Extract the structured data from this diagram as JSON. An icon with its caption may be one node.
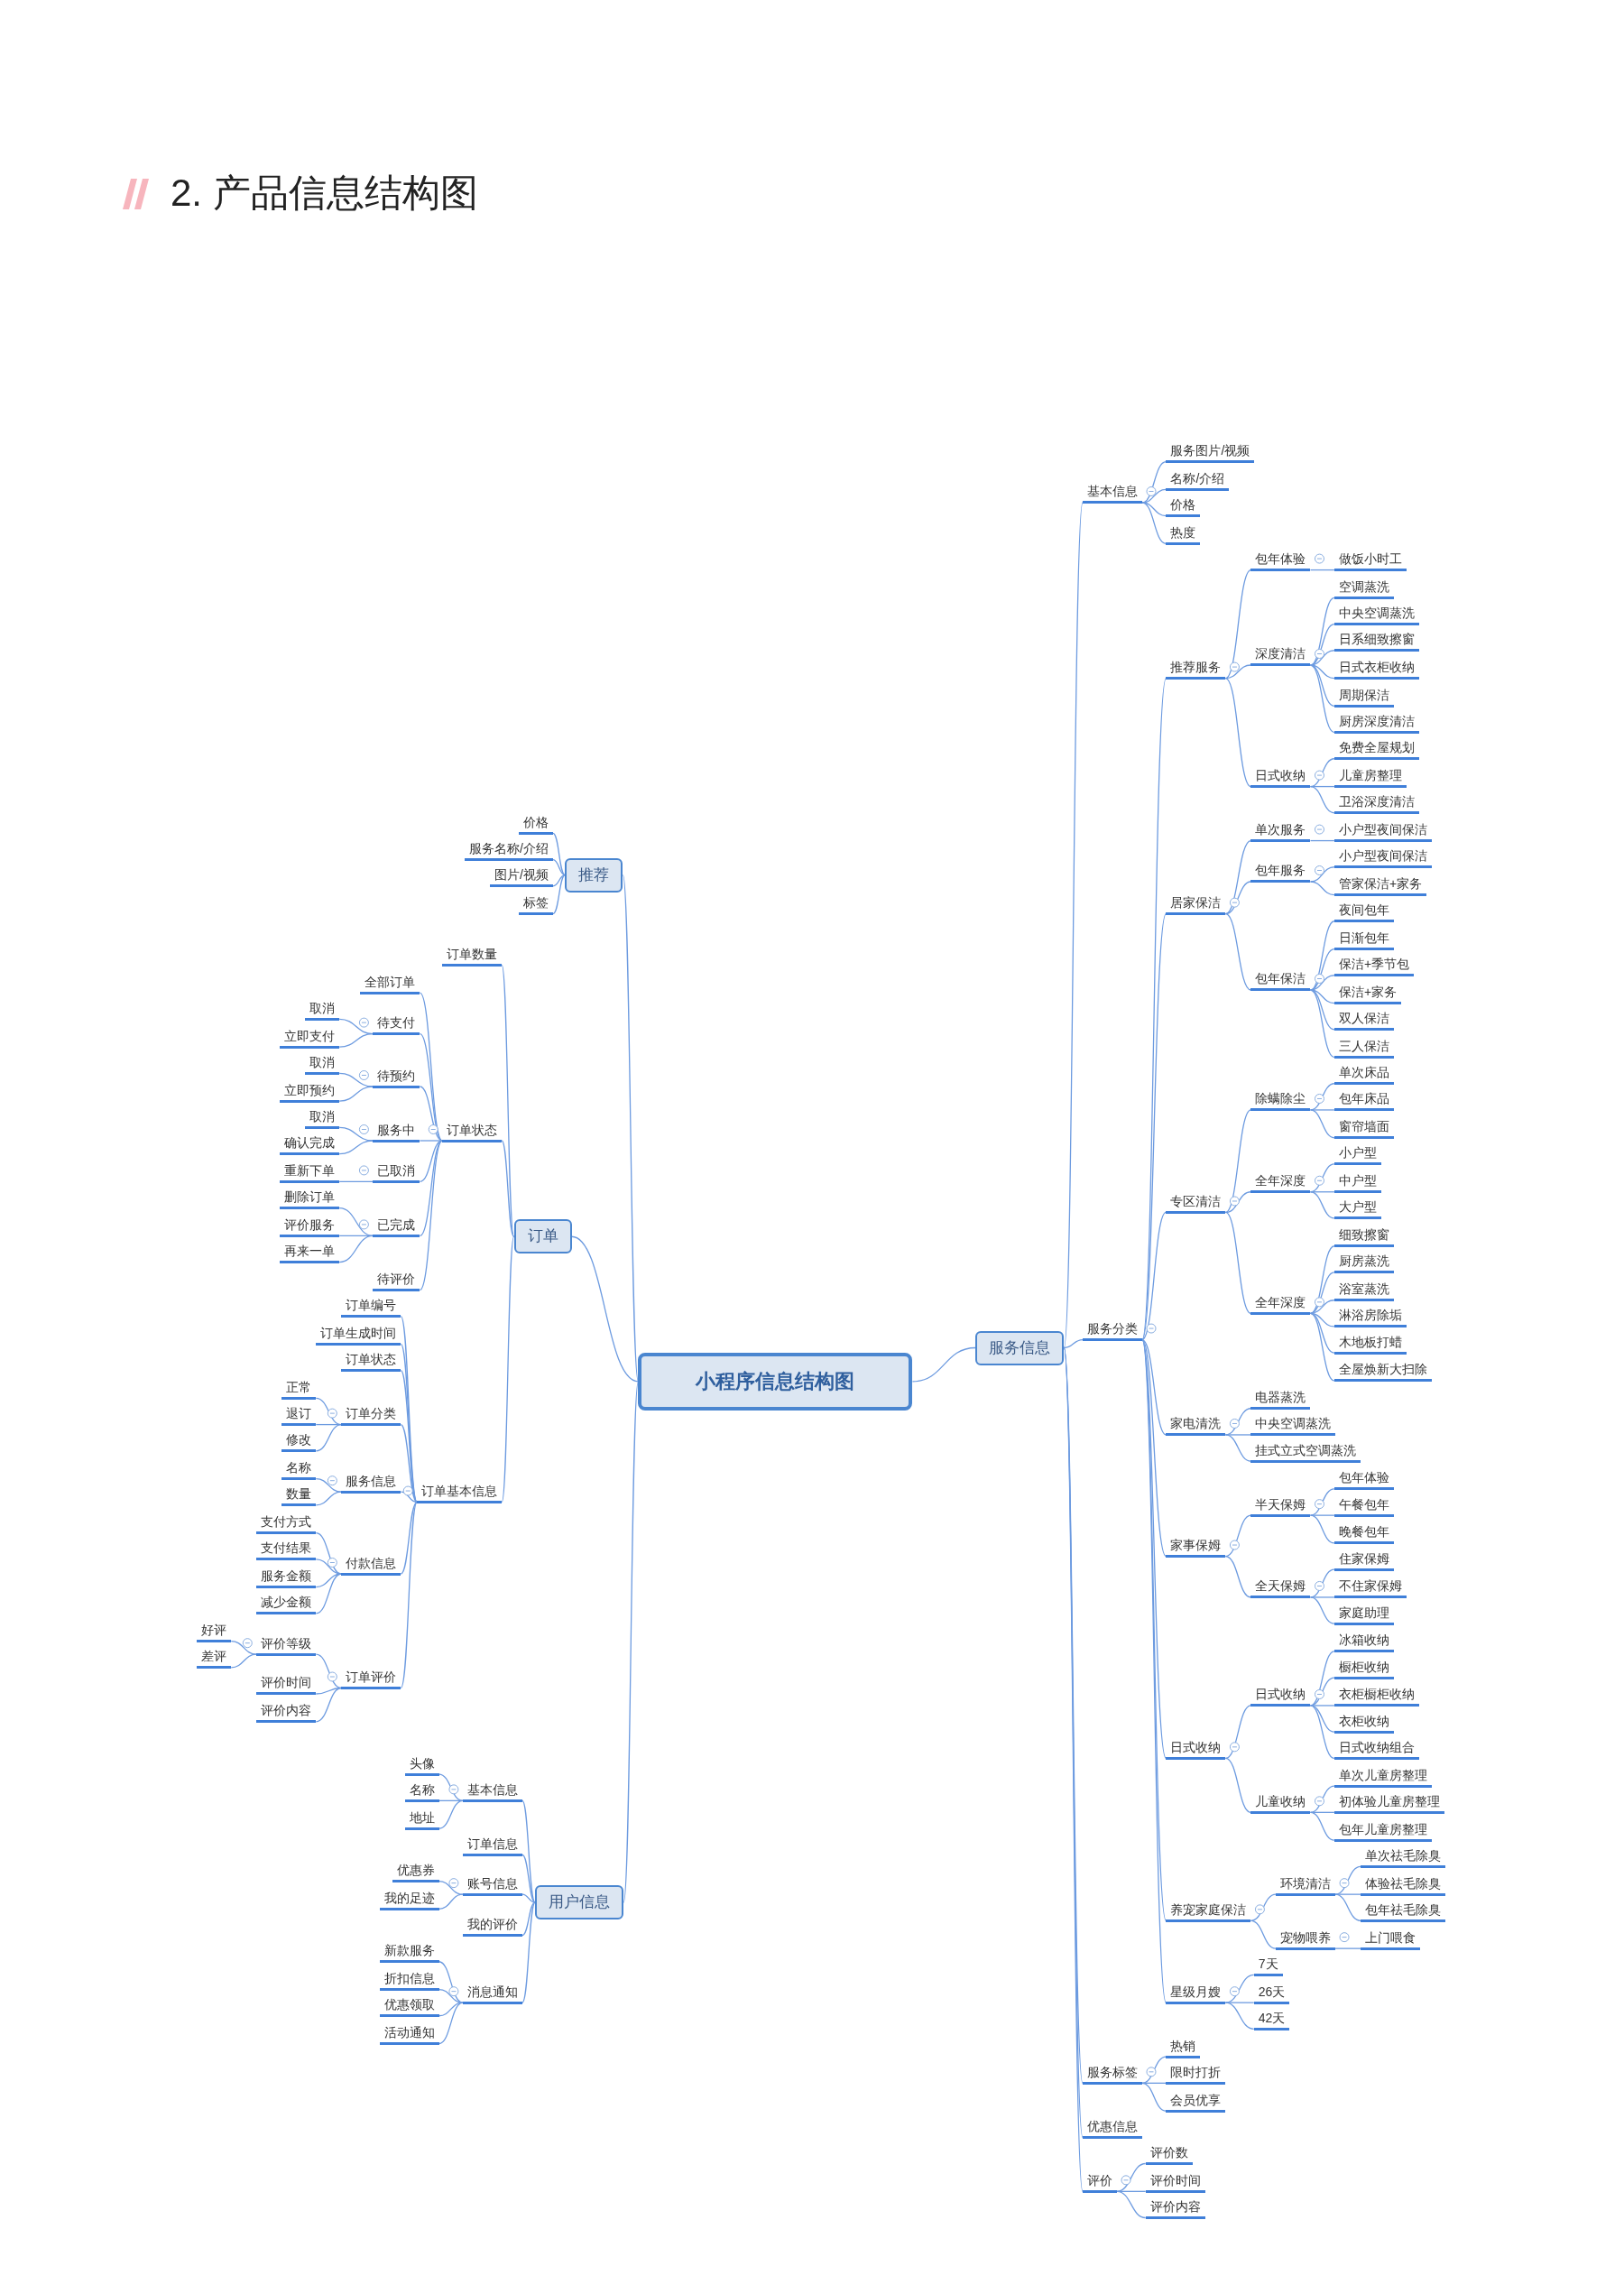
{
  "diagram": {
    "title": "2. 产品信息结构图",
    "nodes": [
      {
        "text": [
          "小程序信息结构图"
        ]
      },
      {
        "text": [
          "推荐"
        ]
      },
      {
        "text": [
          "价格"
        ]
      },
      {
        "text": [
          "服务名称/介绍"
        ]
      },
      {
        "text": [
          "图片/视频"
        ]
      },
      {
        "text": [
          "标签"
        ]
      },
      {
        "text": [
          "订单"
        ]
      },
      {
        "text": [
          "订单数量"
        ]
      },
      {
        "text": [
          "订单状态"
        ]
      },
      {
        "text": [
          "全部订单"
        ]
      },
      {
        "text": [
          "待支付"
        ]
      },
      {
        "text": [
          "取消"
        ]
      },
      {
        "text": [
          "立即支付"
        ]
      },
      {
        "text": [
          "待预约"
        ]
      },
      {
        "text": [
          "取消"
        ]
      },
      {
        "text": [
          "立即预约"
        ]
      },
      {
        "text": [
          "服务中"
        ]
      },
      {
        "text": [
          "取消"
        ]
      },
      {
        "text": [
          "确认完成"
        ]
      },
      {
        "text": [
          "已取消"
        ]
      },
      {
        "text": [
          "重新下单"
        ]
      },
      {
        "text": [
          "已完成"
        ]
      },
      {
        "text": [
          "删除订单"
        ]
      },
      {
        "text": [
          "评价服务"
        ]
      },
      {
        "text": [
          "再来一单"
        ]
      },
      {
        "text": [
          "待评价"
        ]
      },
      {
        "text": [
          "订单基本信息"
        ]
      },
      {
        "text": [
          "订单编号"
        ]
      },
      {
        "text": [
          "订单生成时间"
        ]
      },
      {
        "text": [
          "订单状态"
        ]
      },
      {
        "text": [
          "订单分类"
        ]
      },
      {
        "text": [
          "正常"
        ]
      },
      {
        "text": [
          "退订"
        ]
      },
      {
        "text": [
          "修改"
        ]
      },
      {
        "text": [
          "服务信息"
        ]
      },
      {
        "text": [
          "名称"
        ]
      },
      {
        "text": [
          "数量"
        ]
      },
      {
        "text": [
          "付款信息"
        ]
      },
      {
        "text": [
          "支付方式"
        ]
      },
      {
        "text": [
          "支付结果"
        ]
      },
      {
        "text": [
          "服务金额"
        ]
      },
      {
        "text": [
          "减少金额"
        ]
      },
      {
        "text": [
          "订单评价"
        ]
      },
      {
        "text": [
          "评价等级"
        ]
      },
      {
        "text": [
          "好评"
        ]
      },
      {
        "text": [
          "差评"
        ]
      },
      {
        "text": [
          "评价时间"
        ]
      },
      {
        "text": [
          "评价内容"
        ]
      },
      {
        "text": [
          "用户信息"
        ]
      },
      {
        "text": [
          "基本信息"
        ]
      },
      {
        "text": [
          "头像"
        ]
      },
      {
        "text": [
          "名称"
        ]
      },
      {
        "text": [
          "地址"
        ]
      },
      {
        "text": [
          "订单信息"
        ]
      },
      {
        "text": [
          "账号信息"
        ]
      },
      {
        "text": [
          "优惠券"
        ]
      },
      {
        "text": [
          "我的足迹"
        ]
      },
      {
        "text": [
          "我的评价"
        ]
      },
      {
        "text": [
          "消息通知"
        ]
      },
      {
        "text": [
          "新款服务"
        ]
      },
      {
        "text": [
          "折扣信息"
        ]
      },
      {
        "text": [
          "优惠领取"
        ]
      },
      {
        "text": [
          "活动通知"
        ]
      },
      {
        "text": [
          "服务信息"
        ]
      },
      {
        "text": [
          "基本信息"
        ]
      },
      {
        "text": [
          "服务图片/视频"
        ]
      },
      {
        "text": [
          "名称/介绍"
        ]
      },
      {
        "text": [
          "价格"
        ]
      },
      {
        "text": [
          "热度"
        ]
      },
      {
        "text": [
          "服务分类"
        ]
      },
      {
        "text": [
          "推荐服务"
        ]
      },
      {
        "text": [
          "包年体验"
        ]
      },
      {
        "text": [
          "做饭小时工"
        ]
      },
      {
        "text": [
          "深度清洁"
        ]
      },
      {
        "text": [
          "空调蒸洗"
        ]
      },
      {
        "text": [
          "中央空调蒸洗"
        ]
      },
      {
        "text": [
          "日系细致擦窗"
        ]
      },
      {
        "text": [
          "日式衣柜收纳"
        ]
      },
      {
        "text": [
          "周期保洁"
        ]
      },
      {
        "text": [
          "厨房深度清洁"
        ]
      },
      {
        "text": [
          "日式收纳"
        ]
      },
      {
        "text": [
          "免费全屋规划"
        ]
      },
      {
        "text": [
          "儿童房整理"
        ]
      },
      {
        "text": [
          "卫浴深度清洁"
        ]
      },
      {
        "text": [
          "居家保洁"
        ]
      },
      {
        "text": [
          "单次服务"
        ]
      },
      {
        "text": [
          "小户型夜间保洁"
        ]
      },
      {
        "text": [
          "包年服务"
        ]
      },
      {
        "text": [
          "小户型夜间保洁"
        ]
      },
      {
        "text": [
          "管家保洁+家务"
        ]
      },
      {
        "text": [
          "包年保洁"
        ]
      },
      {
        "text": [
          "夜间包年"
        ]
      },
      {
        "text": [
          "日渐包年"
        ]
      },
      {
        "text": [
          "保洁+季节包"
        ]
      },
      {
        "text": [
          "保洁+家务"
        ]
      },
      {
        "text": [
          "双人保洁"
        ]
      },
      {
        "text": [
          "三人保洁"
        ]
      },
      {
        "text": [
          "专区清洁"
        ]
      },
      {
        "text": [
          "除螨除尘"
        ]
      },
      {
        "text": [
          "单次床品"
        ]
      },
      {
        "text": [
          "包年床品"
        ]
      },
      {
        "text": [
          "窗帘墙面"
        ]
      },
      {
        "text": [
          "全年深度"
        ]
      },
      {
        "text": [
          "小户型"
        ]
      },
      {
        "text": [
          "中户型"
        ]
      },
      {
        "text": [
          "大户型"
        ]
      },
      {
        "text": [
          "全年深度"
        ]
      },
      {
        "text": [
          "细致擦窗"
        ]
      },
      {
        "text": [
          "厨房蒸洗"
        ]
      },
      {
        "text": [
          "浴室蒸洗"
        ]
      },
      {
        "text": [
          "淋浴房除垢"
        ]
      },
      {
        "text": [
          "木地板打蜡"
        ]
      },
      {
        "text": [
          "全屋焕新大扫除"
        ]
      },
      {
        "text": [
          "家电清洗"
        ]
      },
      {
        "text": [
          "电器蒸洗"
        ]
      },
      {
        "text": [
          "中央空调蒸洗"
        ]
      },
      {
        "text": [
          "挂式立式空调蒸洗"
        ]
      },
      {
        "text": [
          "家事保姆"
        ]
      },
      {
        "text": [
          "半天保姆"
        ]
      },
      {
        "text": [
          "包年体验"
        ]
      },
      {
        "text": [
          "午餐包年"
        ]
      },
      {
        "text": [
          "晚餐包年"
        ]
      },
      {
        "text": [
          "全天保姆"
        ]
      },
      {
        "text": [
          "住家保姆"
        ]
      },
      {
        "text": [
          "不住家保姆"
        ]
      },
      {
        "text": [
          "家庭助理"
        ]
      },
      {
        "text": [
          "日式收纳"
        ]
      },
      {
        "text": [
          "日式收纳"
        ]
      },
      {
        "text": [
          "冰箱收纳"
        ]
      },
      {
        "text": [
          "橱柜收纳"
        ]
      },
      {
        "text": [
          "衣柜橱柜收纳"
        ]
      },
      {
        "text": [
          "衣柜收纳"
        ]
      },
      {
        "text": [
          "日式收纳组合"
        ]
      },
      {
        "text": [
          "儿童收纳"
        ]
      },
      {
        "text": [
          "单次儿童房整理"
        ]
      },
      {
        "text": [
          "初体验儿童房整理"
        ]
      },
      {
        "text": [
          "包年儿童房整理"
        ]
      },
      {
        "text": [
          "养宠家庭保洁"
        ]
      },
      {
        "text": [
          "环境清洁"
        ]
      },
      {
        "text": [
          "单次祛毛除臭"
        ]
      },
      {
        "text": [
          "体验祛毛除臭"
        ]
      },
      {
        "text": [
          "包年祛毛除臭"
        ]
      },
      {
        "text": [
          "宠物喂养"
        ]
      },
      {
        "text": [
          "上门喂食"
        ]
      },
      {
        "text": [
          "星级月嫂"
        ]
      },
      {
        "text": [
          "7天"
        ]
      },
      {
        "text": [
          "26天"
        ]
      },
      {
        "text": [
          "42天"
        ]
      },
      {
        "text": [
          "服务标签"
        ]
      },
      {
        "text": [
          "热销"
        ]
      },
      {
        "text": [
          "限时打折"
        ]
      },
      {
        "text": [
          "会员优享"
        ]
      },
      {
        "text": [
          "优惠信息"
        ]
      },
      {
        "text": [
          "评价"
        ]
      },
      {
        "text": [
          "评价数"
        ]
      },
      {
        "text": [
          "评价时间"
        ]
      },
      {
        "text": [
          "评价内容"
        ]
      }
    ],
    "edges": [
      {
        "from": 0,
        "to": 1,
        "arrow": "none"
      },
      {
        "from": 1,
        "to": 2,
        "arrow": "none"
      },
      {
        "from": 1,
        "to": 3,
        "arrow": "none"
      },
      {
        "from": 1,
        "to": 4,
        "arrow": "none"
      },
      {
        "from": 1,
        "to": 5,
        "arrow": "none"
      },
      {
        "from": 0,
        "to": 6,
        "arrow": "none"
      },
      {
        "from": 6,
        "to": 7,
        "arrow": "none"
      },
      {
        "from": 6,
        "to": 8,
        "arrow": "none"
      },
      {
        "from": 8,
        "to": 9,
        "arrow": "none"
      },
      {
        "from": 8,
        "to": 10,
        "arrow": "none"
      },
      {
        "from": 10,
        "to": 11,
        "arrow": "none"
      },
      {
        "from": 10,
        "to": 12,
        "arrow": "none"
      },
      {
        "from": 8,
        "to": 13,
        "arrow": "none"
      },
      {
        "from": 13,
        "to": 14,
        "arrow": "none"
      },
      {
        "from": 13,
        "to": 15,
        "arrow": "none"
      },
      {
        "from": 8,
        "to": 16,
        "arrow": "none"
      },
      {
        "from": 16,
        "to": 17,
        "arrow": "none"
      },
      {
        "from": 16,
        "to": 18,
        "arrow": "none"
      },
      {
        "from": 8,
        "to": 19,
        "arrow": "none"
      },
      {
        "from": 19,
        "to": 20,
        "arrow": "none"
      },
      {
        "from": 8,
        "to": 21,
        "arrow": "none"
      },
      {
        "from": 21,
        "to": 22,
        "arrow": "none"
      },
      {
        "from": 21,
        "to": 23,
        "arrow": "none"
      },
      {
        "from": 21,
        "to": 24,
        "arrow": "none"
      },
      {
        "from": 8,
        "to": 25,
        "arrow": "none"
      },
      {
        "from": 6,
        "to": 26,
        "arrow": "none"
      },
      {
        "from": 26,
        "to": 27,
        "arrow": "none"
      },
      {
        "from": 26,
        "to": 28,
        "arrow": "none"
      },
      {
        "from": 26,
        "to": 29,
        "arrow": "none"
      },
      {
        "from": 26,
        "to": 30,
        "arrow": "none"
      },
      {
        "from": 30,
        "to": 31,
        "arrow": "none"
      },
      {
        "from": 30,
        "to": 32,
        "arrow": "none"
      },
      {
        "from": 30,
        "to": 33,
        "arrow": "none"
      },
      {
        "from": 26,
        "to": 34,
        "arrow": "none"
      },
      {
        "from": 34,
        "to": 35,
        "arrow": "none"
      },
      {
        "from": 34,
        "to": 36,
        "arrow": "none"
      },
      {
        "from": 26,
        "to": 37,
        "arrow": "none"
      },
      {
        "from": 37,
        "to": 38,
        "arrow": "none"
      },
      {
        "from": 37,
        "to": 39,
        "arrow": "none"
      },
      {
        "from": 37,
        "to": 40,
        "arrow": "none"
      },
      {
        "from": 37,
        "to": 41,
        "arrow": "none"
      },
      {
        "from": 26,
        "to": 42,
        "arrow": "none"
      },
      {
        "from": 42,
        "to": 43,
        "arrow": "none"
      },
      {
        "from": 43,
        "to": 44,
        "arrow": "none"
      },
      {
        "from": 43,
        "to": 45,
        "arrow": "none"
      },
      {
        "from": 42,
        "to": 46,
        "arrow": "none"
      },
      {
        "from": 42,
        "to": 47,
        "arrow": "none"
      },
      {
        "from": 0,
        "to": 48,
        "arrow": "none"
      },
      {
        "from": 48,
        "to": 49,
        "arrow": "none"
      },
      {
        "from": 49,
        "to": 50,
        "arrow": "none"
      },
      {
        "from": 49,
        "to": 51,
        "arrow": "none"
      },
      {
        "from": 49,
        "to": 52,
        "arrow": "none"
      },
      {
        "from": 48,
        "to": 53,
        "arrow": "none"
      },
      {
        "from": 48,
        "to": 54,
        "arrow": "none"
      },
      {
        "from": 54,
        "to": 55,
        "arrow": "none"
      },
      {
        "from": 54,
        "to": 56,
        "arrow": "none"
      },
      {
        "from": 48,
        "to": 57,
        "arrow": "none"
      },
      {
        "from": 48,
        "to": 58,
        "arrow": "none"
      },
      {
        "from": 58,
        "to": 59,
        "arrow": "none"
      },
      {
        "from": 58,
        "to": 60,
        "arrow": "none"
      },
      {
        "from": 58,
        "to": 61,
        "arrow": "none"
      },
      {
        "from": 58,
        "to": 62,
        "arrow": "none"
      },
      {
        "from": 0,
        "to": 63,
        "arrow": "none"
      },
      {
        "from": 63,
        "to": 64,
        "arrow": "none"
      },
      {
        "from": 64,
        "to": 65,
        "arrow": "none"
      },
      {
        "from": 64,
        "to": 66,
        "arrow": "none"
      },
      {
        "from": 64,
        "to": 67,
        "arrow": "none"
      },
      {
        "from": 64,
        "to": 68,
        "arrow": "none"
      },
      {
        "from": 63,
        "to": 69,
        "arrow": "none"
      },
      {
        "from": 69,
        "to": 70,
        "arrow": "none"
      },
      {
        "from": 70,
        "to": 71,
        "arrow": "none"
      },
      {
        "from": 71,
        "to": 72,
        "arrow": "none"
      },
      {
        "from": 70,
        "to": 73,
        "arrow": "none"
      },
      {
        "from": 73,
        "to": 74,
        "arrow": "none"
      },
      {
        "from": 73,
        "to": 75,
        "arrow": "none"
      },
      {
        "from": 73,
        "to": 76,
        "arrow": "none"
      },
      {
        "from": 73,
        "to": 77,
        "arrow": "none"
      },
      {
        "from": 73,
        "to": 78,
        "arrow": "none"
      },
      {
        "from": 73,
        "to": 79,
        "arrow": "none"
      },
      {
        "from": 70,
        "to": 80,
        "arrow": "none"
      },
      {
        "from": 80,
        "to": 81,
        "arrow": "none"
      },
      {
        "from": 80,
        "to": 82,
        "arrow": "none"
      },
      {
        "from": 80,
        "to": 83,
        "arrow": "none"
      },
      {
        "from": 69,
        "to": 84,
        "arrow": "none"
      },
      {
        "from": 84,
        "to": 85,
        "arrow": "none"
      },
      {
        "from": 85,
        "to": 86,
        "arrow": "none"
      },
      {
        "from": 84,
        "to": 87,
        "arrow": "none"
      },
      {
        "from": 87,
        "to": 88,
        "arrow": "none"
      },
      {
        "from": 87,
        "to": 89,
        "arrow": "none"
      },
      {
        "from": 84,
        "to": 90,
        "arrow": "none"
      },
      {
        "from": 90,
        "to": 91,
        "arrow": "none"
      },
      {
        "from": 90,
        "to": 92,
        "arrow": "none"
      },
      {
        "from": 90,
        "to": 93,
        "arrow": "none"
      },
      {
        "from": 90,
        "to": 94,
        "arrow": "none"
      },
      {
        "from": 90,
        "to": 95,
        "arrow": "none"
      },
      {
        "from": 90,
        "to": 96,
        "arrow": "none"
      },
      {
        "from": 69,
        "to": 97,
        "arrow": "none"
      },
      {
        "from": 97,
        "to": 98,
        "arrow": "none"
      },
      {
        "from": 98,
        "to": 99,
        "arrow": "none"
      },
      {
        "from": 98,
        "to": 100,
        "arrow": "none"
      },
      {
        "from": 98,
        "to": 101,
        "arrow": "none"
      },
      {
        "from": 97,
        "to": 102,
        "arrow": "none"
      },
      {
        "from": 102,
        "to": 103,
        "arrow": "none"
      },
      {
        "from": 102,
        "to": 104,
        "arrow": "none"
      },
      {
        "from": 102,
        "to": 105,
        "arrow": "none"
      },
      {
        "from": 97,
        "to": 106,
        "arrow": "none"
      },
      {
        "from": 106,
        "to": 107,
        "arrow": "none"
      },
      {
        "from": 106,
        "to": 108,
        "arrow": "none"
      },
      {
        "from": 106,
        "to": 109,
        "arrow": "none"
      },
      {
        "from": 106,
        "to": 110,
        "arrow": "none"
      },
      {
        "from": 106,
        "to": 111,
        "arrow": "none"
      },
      {
        "from": 106,
        "to": 112,
        "arrow": "none"
      },
      {
        "from": 69,
        "to": 113,
        "arrow": "none"
      },
      {
        "from": 113,
        "to": 114,
        "arrow": "none"
      },
      {
        "from": 113,
        "to": 115,
        "arrow": "none"
      },
      {
        "from": 113,
        "to": 116,
        "arrow": "none"
      },
      {
        "from": 69,
        "to": 117,
        "arrow": "none"
      },
      {
        "from": 117,
        "to": 118,
        "arrow": "none"
      },
      {
        "from": 118,
        "to": 119,
        "arrow": "none"
      },
      {
        "from": 118,
        "to": 120,
        "arrow": "none"
      },
      {
        "from": 118,
        "to": 121,
        "arrow": "none"
      },
      {
        "from": 117,
        "to": 122,
        "arrow": "none"
      },
      {
        "from": 122,
        "to": 123,
        "arrow": "none"
      },
      {
        "from": 122,
        "to": 124,
        "arrow": "none"
      },
      {
        "from": 122,
        "to": 125,
        "arrow": "none"
      },
      {
        "from": 69,
        "to": 126,
        "arrow": "none"
      },
      {
        "from": 126,
        "to": 127,
        "arrow": "none"
      },
      {
        "from": 127,
        "to": 128,
        "arrow": "none"
      },
      {
        "from": 127,
        "to": 129,
        "arrow": "none"
      },
      {
        "from": 127,
        "to": 130,
        "arrow": "none"
      },
      {
        "from": 127,
        "to": 131,
        "arrow": "none"
      },
      {
        "from": 127,
        "to": 132,
        "arrow": "none"
      },
      {
        "from": 126,
        "to": 133,
        "arrow": "none"
      },
      {
        "from": 133,
        "to": 134,
        "arrow": "none"
      },
      {
        "from": 133,
        "to": 135,
        "arrow": "none"
      },
      {
        "from": 133,
        "to": 136,
        "arrow": "none"
      },
      {
        "from": 69,
        "to": 137,
        "arrow": "none"
      },
      {
        "from": 137,
        "to": 138,
        "arrow": "none"
      },
      {
        "from": 138,
        "to": 139,
        "arrow": "none"
      },
      {
        "from": 138,
        "to": 140,
        "arrow": "none"
      },
      {
        "from": 138,
        "to": 141,
        "arrow": "none"
      },
      {
        "from": 137,
        "to": 142,
        "arrow": "none"
      },
      {
        "from": 142,
        "to": 143,
        "arrow": "none"
      },
      {
        "from": 69,
        "to": 144,
        "arrow": "none"
      },
      {
        "from": 144,
        "to": 145,
        "arrow": "none"
      },
      {
        "from": 144,
        "to": 146,
        "arrow": "none"
      },
      {
        "from": 144,
        "to": 147,
        "arrow": "none"
      },
      {
        "from": 63,
        "to": 148,
        "arrow": "none"
      },
      {
        "from": 148,
        "to": 149,
        "arrow": "none"
      },
      {
        "from": 148,
        "to": 150,
        "arrow": "none"
      },
      {
        "from": 148,
        "to": 151,
        "arrow": "none"
      },
      {
        "from": 63,
        "to": 152,
        "arrow": "none"
      },
      {
        "from": 63,
        "to": 153,
        "arrow": "none"
      },
      {
        "from": 153,
        "to": 154,
        "arrow": "none"
      },
      {
        "from": 153,
        "to": 155,
        "arrow": "none"
      },
      {
        "from": 153,
        "to": 156,
        "arrow": "none"
      }
    ]
  }
}
